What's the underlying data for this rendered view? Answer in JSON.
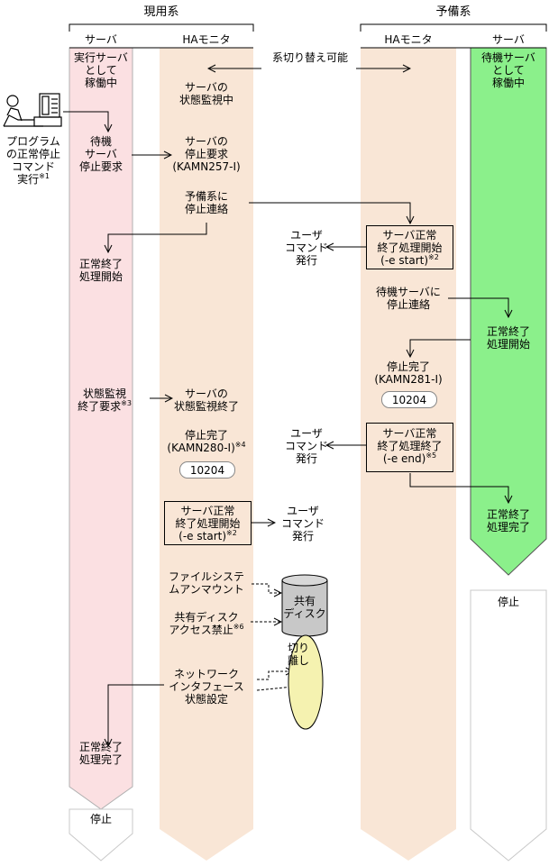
{
  "groups": {
    "active": "現用系",
    "standby": "予備系"
  },
  "columns": {
    "server": "サーバ",
    "ha_monitor": "HAモニタ"
  },
  "active_server": {
    "running": [
      "実行サーバ",
      "として",
      "稼働中"
    ],
    "standby_stop_request": [
      "待機",
      "サーバ",
      "停止要求"
    ],
    "normal_end_start": [
      "正常終了",
      "処理開始"
    ],
    "monitor_end_request": [
      "状態監視",
      "終了要求"
    ],
    "monitor_end_request_note": "※3",
    "normal_end_done": [
      "正常終了",
      "処理完了"
    ],
    "stop": "停止"
  },
  "operator": {
    "label": [
      "プログラム",
      "の正常停止",
      "コマンド",
      "実行"
    ],
    "note": "※1"
  },
  "active_ha": {
    "server_monitoring": [
      "サーバの",
      "状態監視中"
    ],
    "server_stop_request": [
      "サーバの",
      "停止要求",
      "(KAMN257-I)"
    ],
    "notify_standby": [
      "予備系に",
      "停止連絡"
    ],
    "monitor_end": [
      "サーバの",
      "状態監視終了"
    ],
    "stop_done": [
      "停止完了",
      "(KAMN280-I)"
    ],
    "stop_done_note": "※4",
    "stop_code": "10204",
    "cmd_box": [
      "サーバ正常",
      "終了処理開始",
      "(-e start)"
    ],
    "cmd_box_note": "※2",
    "user_cmd": [
      "ユーザ",
      "コマンド",
      "発行"
    ],
    "unmount": [
      "ファイルシステ",
      "ムアンマウント"
    ],
    "disk_access_ban": [
      "共有ディスク",
      "アクセス禁止"
    ],
    "disk_access_ban_note": "※6",
    "network": [
      "ネットワーク",
      "インタフェース",
      "状態設定"
    ],
    "shared_disk": [
      "共有",
      "ディスク"
    ],
    "detach": [
      "切り",
      "離し"
    ]
  },
  "switch_label": "系切り替え可能",
  "standby_ha": {
    "user_cmd_1": [
      "ユーザ",
      "コマンド",
      "発行"
    ],
    "cmd_box_1": [
      "サーバ正常",
      "終了処理開始",
      "(-e start)"
    ],
    "cmd_box_1_note": "※2",
    "notify_standby_server": [
      "待機サーバに",
      "停止連絡"
    ],
    "stop_done": [
      "停止完了",
      "(KAMN281-I)"
    ],
    "stop_code": "10204",
    "user_cmd_2": [
      "ユーザ",
      "コマンド",
      "発行"
    ],
    "cmd_box_2": [
      "サーバ正常",
      "終了処理終了",
      "(-e end)"
    ],
    "cmd_box_2_note": "※5"
  },
  "standby_server": {
    "running": [
      "待機サーバ",
      "として",
      "稼働中"
    ],
    "normal_end_start": [
      "正常終了",
      "処理開始"
    ],
    "normal_end_done": [
      "正常終了",
      "処理完了"
    ],
    "stop": "停止"
  },
  "colors": {
    "active_server_lane": "#fbe0e2",
    "ha_lane": "#f9e6d6",
    "standby_server_lane": "#8bf08b",
    "stopped_lane": "#ffffff",
    "disk": "#c8c8c8",
    "detach_ellipse": "#f5f2b0"
  }
}
